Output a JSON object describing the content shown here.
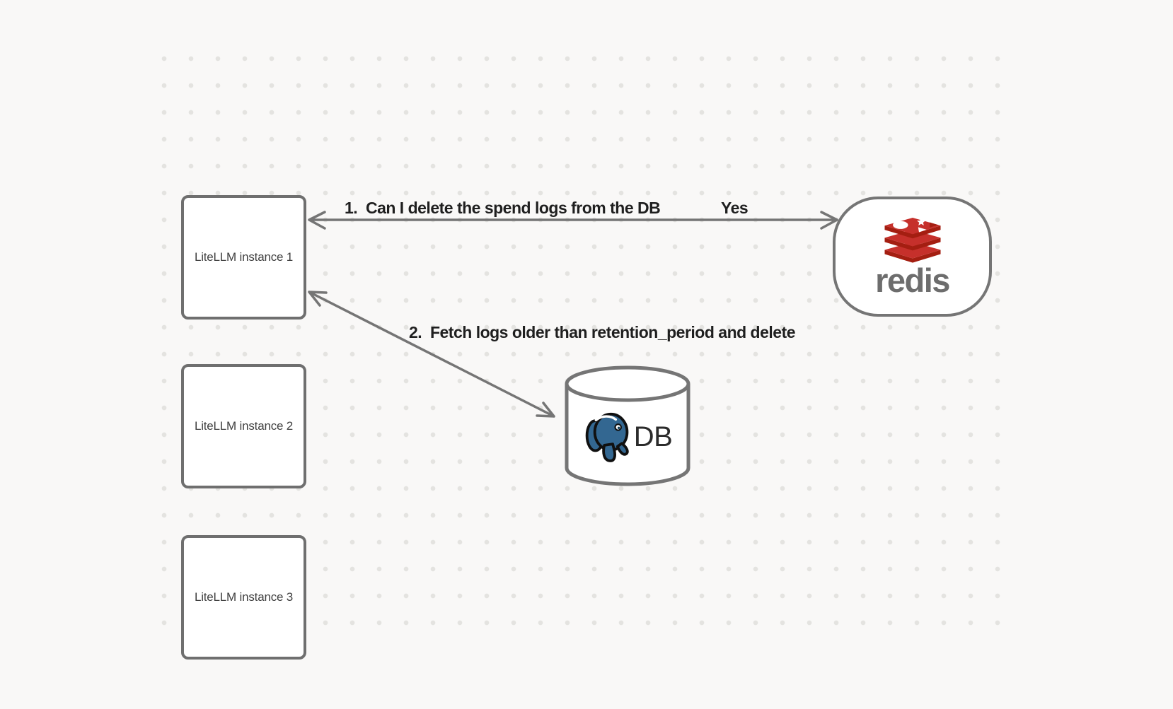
{
  "diagram": {
    "background_color": "#f9f8f7",
    "dot_color": "#e4e3e0",
    "stroke_color": "#757575",
    "label_text_color": "#1f1f1f",
    "nodes": {
      "instances": [
        {
          "label": "LiteLLM instance 1"
        },
        {
          "label": "LiteLLM instance 2"
        },
        {
          "label": "LiteLLM instance 3"
        }
      ],
      "redis": {
        "wordmark": "redis",
        "icon": "redis-stack-icon",
        "logo_red_light": "#C6302B",
        "logo_red_dark": "#A41E11",
        "wordmark_color": "#6d6d6d"
      },
      "db": {
        "label": "DB",
        "icon": "postgresql-elephant-icon",
        "logo_blue": "#336791"
      }
    },
    "arrows": [
      {
        "label": "1.  Can I delete the spend logs from the DB",
        "response": "Yes",
        "from": "LiteLLM instance 1",
        "to": "redis",
        "style": "bidirectional"
      },
      {
        "label": "2.  Fetch logs older than retention_period and delete",
        "from": "LiteLLM instance 1",
        "to": "DB",
        "style": "bidirectional"
      }
    ]
  }
}
